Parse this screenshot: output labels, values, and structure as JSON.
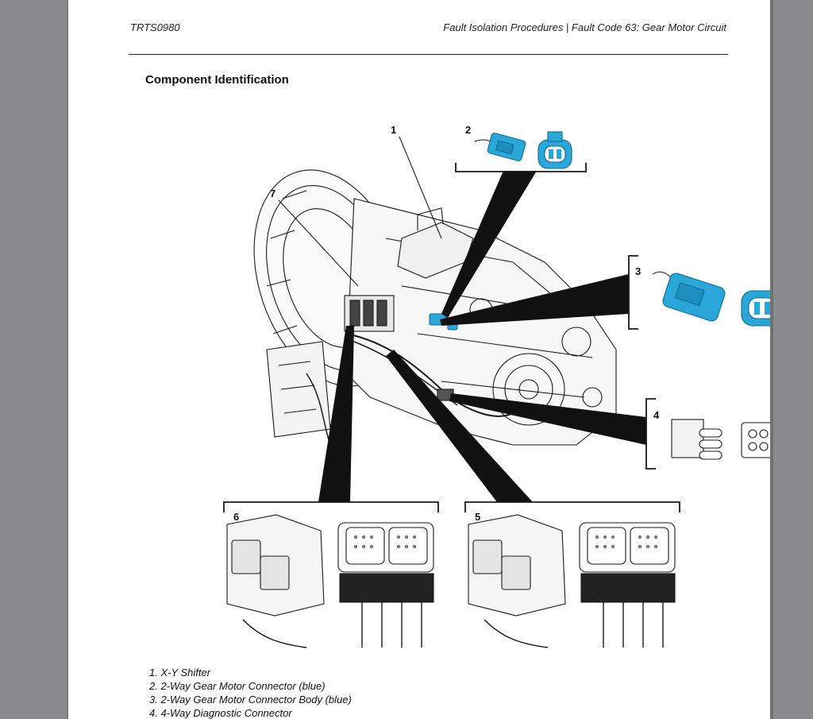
{
  "header": {
    "doc_id": "TRTS0980",
    "title": "Fault Isolation Procedures | Fault Code 63: Gear Motor Circuit"
  },
  "section": {
    "heading": "Component Identification"
  },
  "callouts": [
    "1",
    "2",
    "3",
    "4",
    "5",
    "6",
    "7"
  ],
  "legend": [
    "1. X-Y Shifter",
    "2. 2-Way Gear Motor Connector (blue)",
    "3. 2-Way Gear Motor Connector Body (blue)",
    "4. 4-Way Diagnostic Connector"
  ],
  "colors": {
    "connector_blue": "#2aa6d8",
    "connector_blue_dark": "#0d6e9a",
    "viewer_background": "#888a8c"
  }
}
